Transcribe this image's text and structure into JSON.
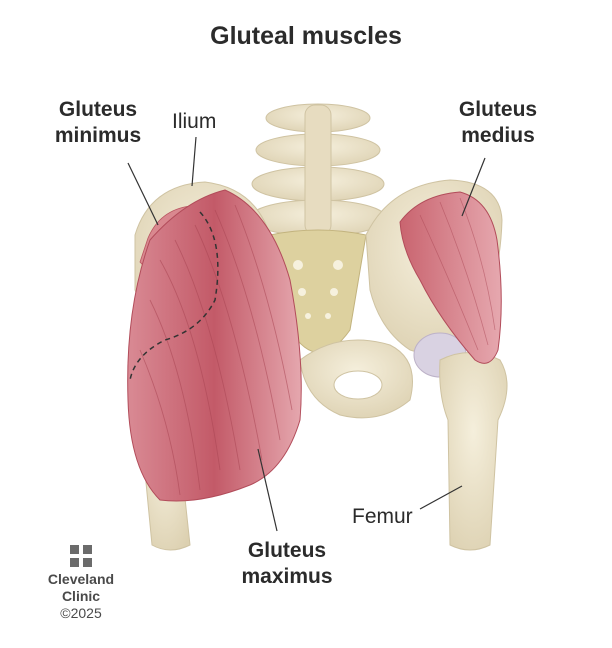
{
  "title": "Gluteal muscles",
  "labels": {
    "gluteus_minimus": [
      "Gluteus",
      "minimus"
    ],
    "ilium": "Ilium",
    "gluteus_medius": [
      "Gluteus",
      "medius"
    ],
    "femur": "Femur",
    "gluteus_maximus": [
      "Gluteus",
      "maximus"
    ]
  },
  "brand": {
    "name_line1": "Cleveland",
    "name_line2": "Clinic",
    "copyright": "©2025",
    "logo_icon": "cleveland-clinic-cross-icon"
  },
  "colors": {
    "muscle": "#c7616e",
    "muscle_light": "#e8a9b0",
    "bone": "#ece4cd",
    "bone_shadow": "#cfc3a2",
    "text": "#2b2b2b"
  }
}
